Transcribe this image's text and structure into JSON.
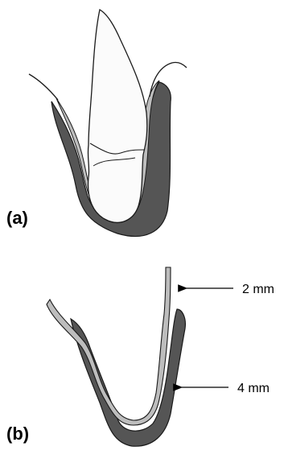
{
  "panels": [
    {
      "label": "(a)"
    },
    {
      "label": "(b)"
    }
  ],
  "annotations": [
    {
      "text": "2 mm"
    },
    {
      "text": "4 mm"
    }
  ],
  "colors": {
    "outer_layer": "#555555",
    "inner_layer": "#bdbdbd",
    "tooth": "#fbfbfb",
    "outline": "#1a1a1a",
    "arrow": "#000000"
  }
}
